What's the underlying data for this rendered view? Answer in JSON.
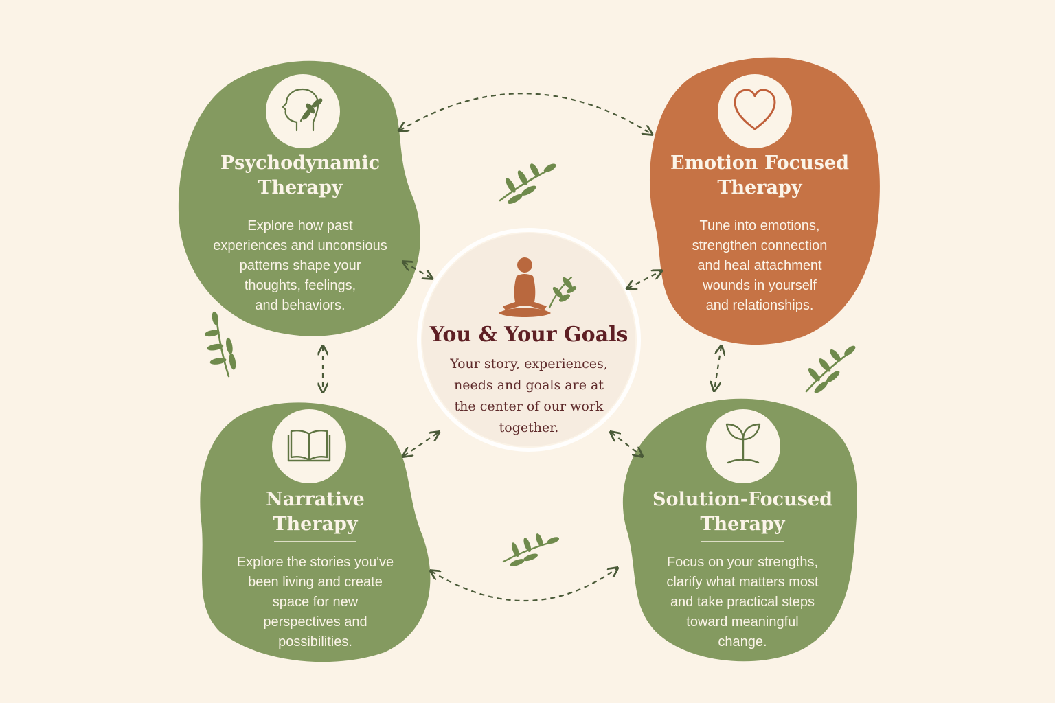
{
  "colors": {
    "background": "#fbf3e7",
    "sage": "#849a60",
    "terracotta": "#c67345",
    "center_fill": "#f6ece0",
    "dark_red": "#5e1f24",
    "arrow": "#4a5a38",
    "leaf": "#6f8a4c"
  },
  "center": {
    "icon": "meditating-person-icon",
    "title": "You & Your Goals",
    "description": [
      "Your story, experiences,",
      "needs and goals are at",
      "the center of our work",
      "together."
    ]
  },
  "therapies": [
    {
      "id": "psychodynamic",
      "icon": "head-leaf-icon",
      "title": [
        "Psychodynamic",
        "Therapy"
      ],
      "description": [
        "Explore how past",
        "experiences and unconsious",
        "patterns shape your",
        "thoughts, feelings,",
        "and behaviors."
      ]
    },
    {
      "id": "emotion-focused",
      "icon": "heart-icon",
      "title": [
        "Emotion Focused",
        "Therapy"
      ],
      "description": [
        "Tune into emotions,",
        "strengthen connection",
        "and heal attachment",
        "wounds in yourself",
        "and relationships."
      ]
    },
    {
      "id": "narrative",
      "icon": "open-book-icon",
      "title": [
        "Narrative",
        "Therapy"
      ],
      "description": [
        "Explore the stories you've",
        "been living and create",
        "space for new",
        "perspectives and",
        "possibilities."
      ]
    },
    {
      "id": "solution-focused",
      "icon": "sprout-icon",
      "title": [
        "Solution-Focused",
        "Therapy"
      ],
      "description": [
        "Focus on your strengths,",
        "clarify what matters most",
        "and take practical steps",
        "toward meaningful",
        "change."
      ]
    }
  ]
}
